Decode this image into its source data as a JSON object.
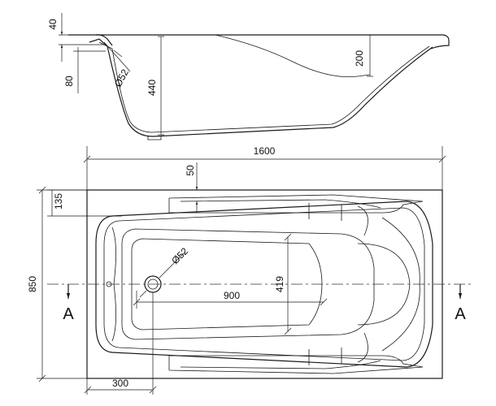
{
  "drawing": {
    "dimensions": {
      "side_lip_height": "40",
      "side_rim_height": "80",
      "side_drain_diameter": "Ø52",
      "side_depth": "440",
      "side_backrest_drop": "200",
      "top_length": "1600",
      "top_ledge": "50",
      "top_rim_width": "135",
      "top_width": "850",
      "top_drain_diameter": "Ø52",
      "top_drain_to_end": "900",
      "top_bottom_width": "419",
      "top_drain_offset": "300"
    },
    "section_marks": {
      "left": "A",
      "right": "A"
    }
  }
}
